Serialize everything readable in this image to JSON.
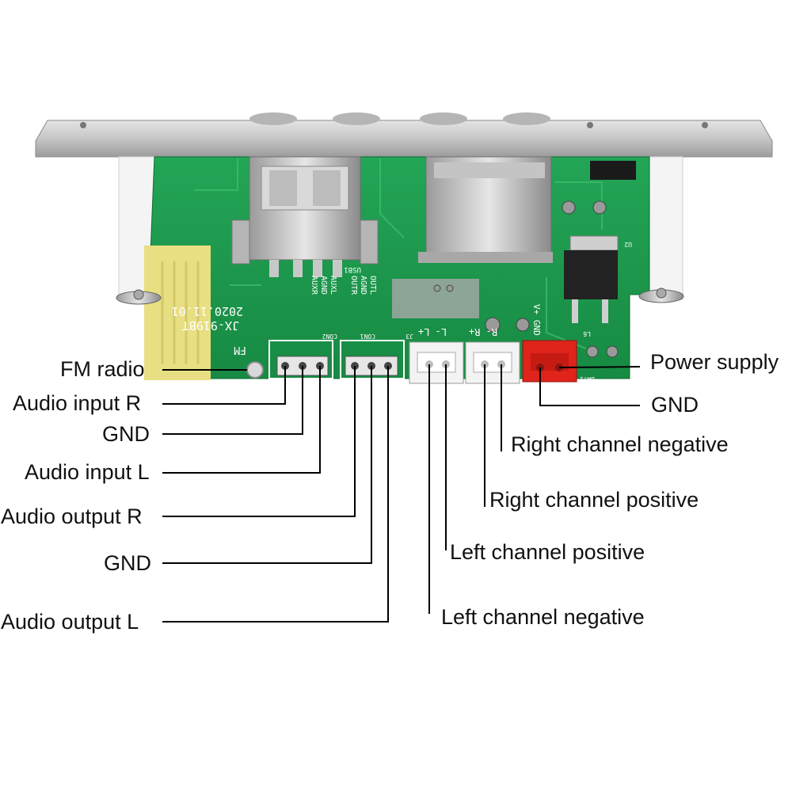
{
  "board": {
    "silkscreen": {
      "model": "JX-919BT",
      "date": "2020.11.01",
      "fm": "FM",
      "aux_pins": [
        "AUXL",
        "AGND",
        "AUXR"
      ],
      "out_pins": [
        "OUTL",
        "AGND",
        "OUTR"
      ],
      "con2": "CON2",
      "con1": "CON1",
      "usb": "USB1",
      "j3": "J3",
      "spk_l": "L- L+",
      "spk_r": "R- R+",
      "power": "V+ GND",
      "bat": "BAT2",
      "u2": "U2",
      "l6": "L6"
    },
    "colors": {
      "pcb": "#1f9a4e",
      "faceplate": "#c9c9c9",
      "connector_white": "#f2f2f2",
      "connector_red": "#e0241b"
    }
  },
  "labels": {
    "fm_radio": "FM radio",
    "audio_input_r": "Audio input R",
    "gnd_1": "GND",
    "audio_input_l": "Audio input L",
    "audio_output_r": "Audio output R",
    "gnd_2": "GND",
    "audio_output_l": "Audio output L",
    "power_supply": "Power supply",
    "gnd_3": "GND",
    "right_channel_negative": "Right channel negative",
    "right_channel_positive": "Right channel positive",
    "left_channel_positive": "Left channel positive",
    "left_channel_negative": "Left channel negative"
  }
}
